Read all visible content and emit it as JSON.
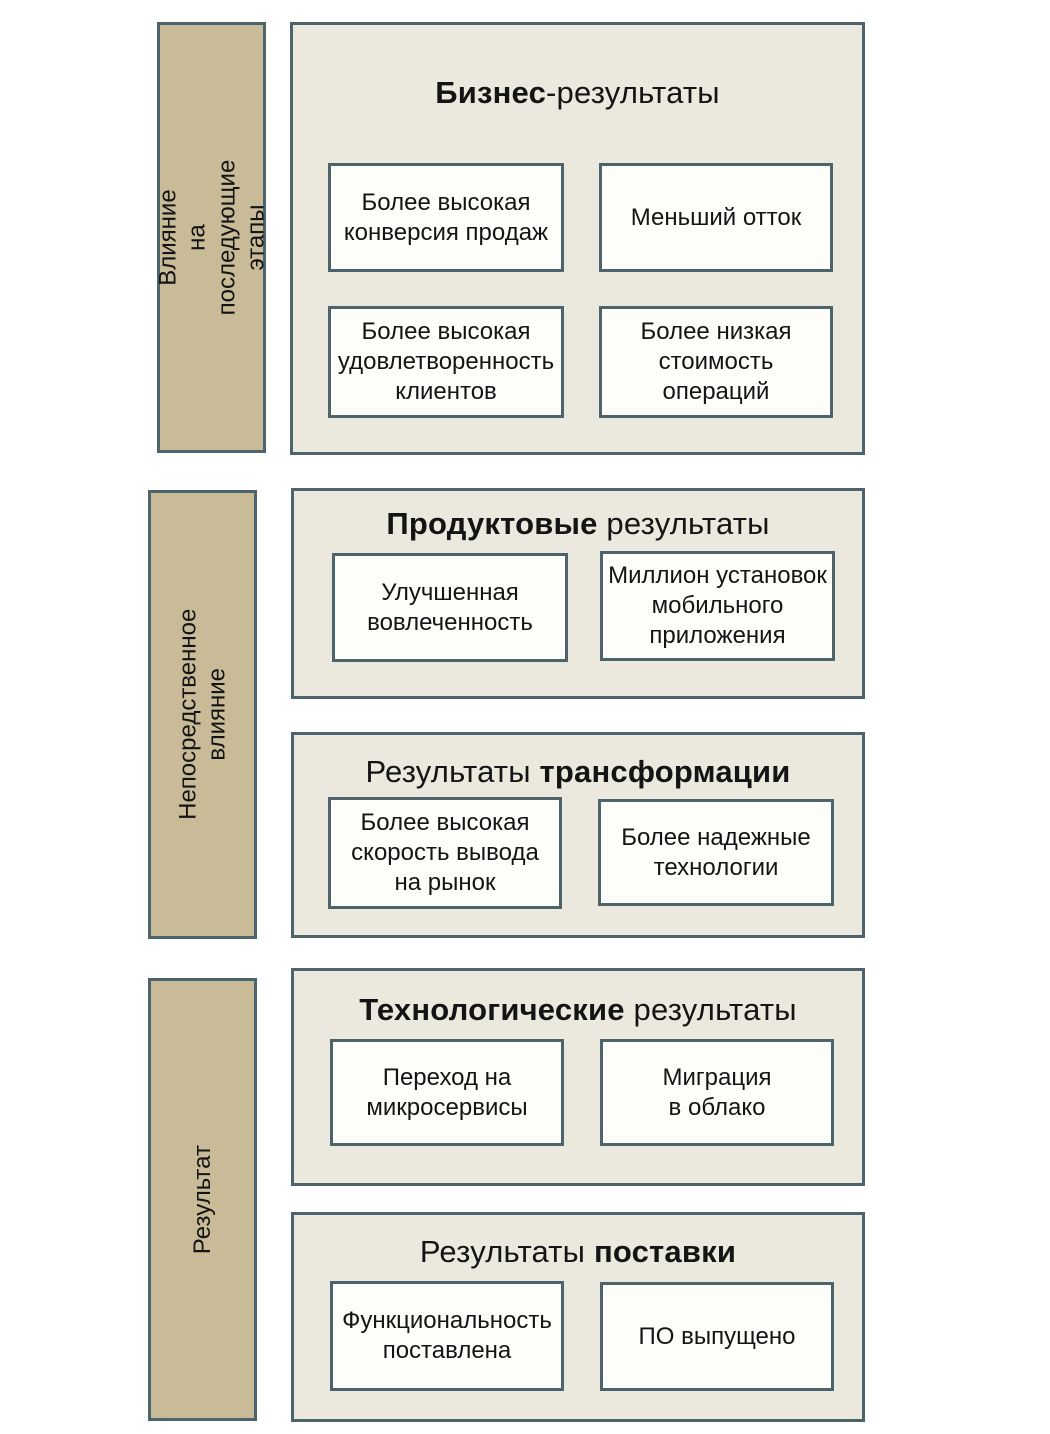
{
  "colors": {
    "sidebar_fill": "#c9bb98",
    "panel_fill": "#ebe9dd",
    "box_fill": "#fdfdfa",
    "border": "#4e646c",
    "text": "#141414"
  },
  "sidebars": [
    {
      "label": "Влияние\nна последующие\nэтапы"
    },
    {
      "label": "Непосредственное влияние"
    },
    {
      "label": "Результат"
    }
  ],
  "panels": [
    {
      "title_parts": [
        {
          "text": "Бизнес",
          "bold": true
        },
        {
          "text": "-результаты",
          "bold": false
        }
      ],
      "boxes": [
        {
          "text": "Более высокая\nконверсия продаж"
        },
        {
          "text": "Меньший отток"
        },
        {
          "text": "Более высокая\nудовлетворенность\nклиентов"
        },
        {
          "text": "Более низкая\nстоимость\nопераций"
        }
      ]
    },
    {
      "title_parts": [
        {
          "text": "Продуктовые",
          "bold": true
        },
        {
          "text": " результаты",
          "bold": false
        }
      ],
      "boxes": [
        {
          "text": "Улучшенная\nвовлеченность"
        },
        {
          "text": "Миллион установок\nмобильного\nприложения"
        }
      ]
    },
    {
      "title_parts": [
        {
          "text": "Результаты ",
          "bold": false
        },
        {
          "text": "трансформации",
          "bold": true
        }
      ],
      "boxes": [
        {
          "text": "Более высокая\nскорость вывода\nна рынок"
        },
        {
          "text": "Более надежные\nтехнологии"
        }
      ]
    },
    {
      "title_parts": [
        {
          "text": "Технологические",
          "bold": true
        },
        {
          "text": " результаты",
          "bold": false
        }
      ],
      "boxes": [
        {
          "text": "Переход на\nмикросервисы"
        },
        {
          "text": "Миграция\nв облако"
        }
      ]
    },
    {
      "title_parts": [
        {
          "text": "Результаты ",
          "bold": false
        },
        {
          "text": "поставки",
          "bold": true
        }
      ],
      "boxes": [
        {
          "text": "Функциональность\nпоставлена"
        },
        {
          "text": "ПО выпущено"
        }
      ]
    }
  ]
}
